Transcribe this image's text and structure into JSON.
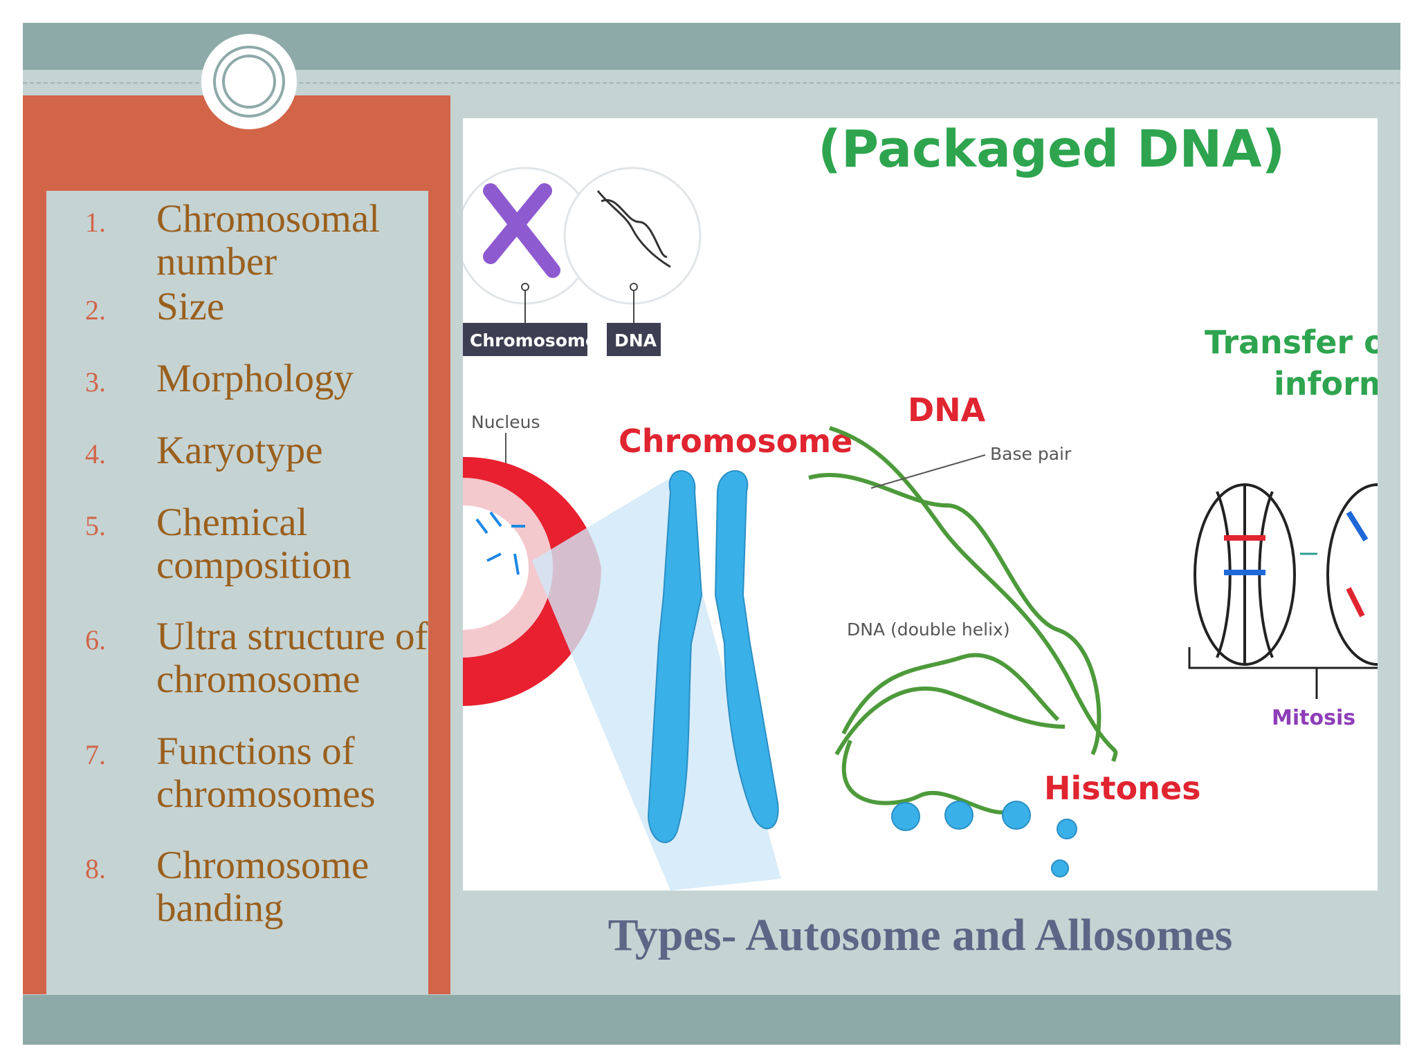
{
  "topics": [
    {
      "num": "1.",
      "label": "Chromosomal number"
    },
    {
      "num": "2.",
      "label": "Size"
    },
    {
      "num": "3.",
      "label": "Morphology"
    },
    {
      "num": "4.",
      "label": "Karyotype"
    },
    {
      "num": "5.",
      "label": "Chemical composition"
    },
    {
      "num": "6.",
      "label": "Ultra structure of chromosome"
    },
    {
      "num": "7.",
      "label": "Functions of chromosomes"
    },
    {
      "num": "8.",
      "label": "Chromosome banding"
    }
  ],
  "figure": {
    "title": "(Packaged DNA)",
    "tag_chromosome": "Chromosome",
    "tag_dna": "DNA",
    "nucleus": "Nucleus",
    "chromosome": "Chromosome",
    "dna": "DNA",
    "base_pair": "Base pair",
    "double_helix": "DNA (double helix)",
    "histones": "Histones",
    "transfer_line1": "Transfer o",
    "transfer_line2": "inform",
    "mitosis": "Mitosis"
  },
  "caption": "Types- Autosome and Allosomes",
  "colors": {
    "teal_band": "#8eaaa8",
    "slide_bg": "#c5d3d3",
    "orange": "#d26447",
    "topic_text": "#9a5f1d",
    "caption_text": "#5c6686"
  }
}
